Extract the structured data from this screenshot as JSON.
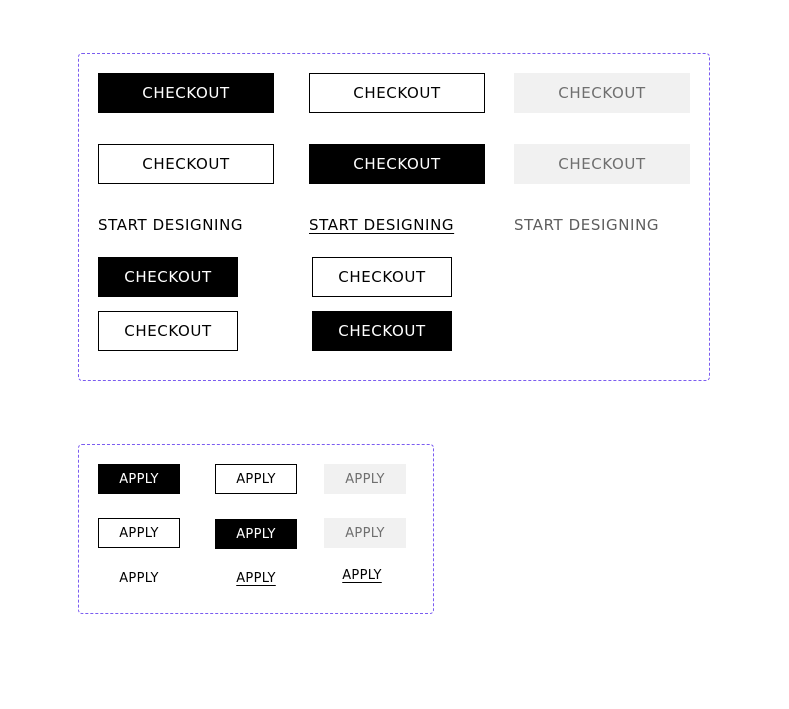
{
  "large_set": {
    "checkout_label": "CHECKOUT",
    "start_designing_label": "START DESIGNING"
  },
  "small_set": {
    "apply_label": "APPLY"
  }
}
